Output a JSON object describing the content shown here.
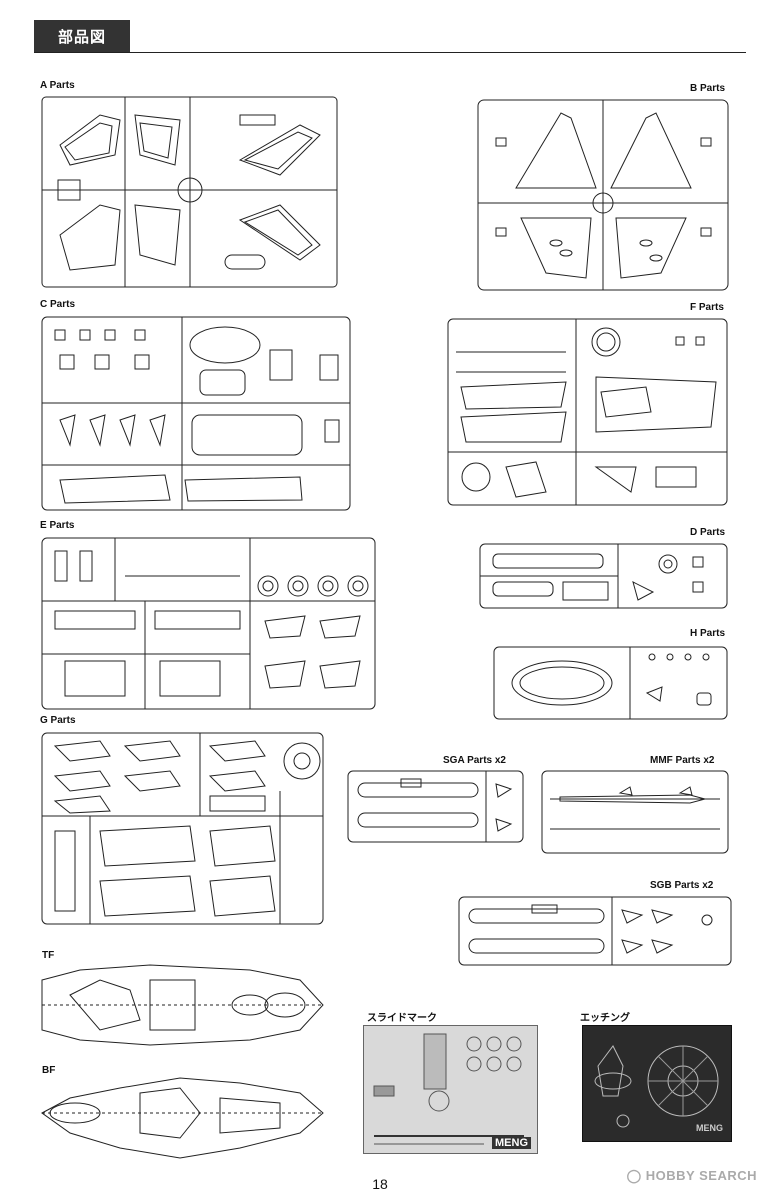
{
  "header": {
    "title": "部品図"
  },
  "sprues": {
    "a": "A Parts",
    "b": "B Parts",
    "c": "C Parts",
    "f": "F Parts",
    "e": "E Parts",
    "d": "D Parts",
    "h": "H Parts",
    "g": "G Parts",
    "sga": "SGA  Parts  x2",
    "mmf": "MMF  Parts  x2",
    "sgb": "SGB  Parts  x2",
    "tf": "TF",
    "bf": "BF"
  },
  "decals": {
    "label": "スライドマーク",
    "brand": "MENG"
  },
  "etching": {
    "label": "エッチング",
    "brand": "MENG"
  },
  "footer": {
    "page": "18",
    "watermark_brand": "HOBBY SEARCH"
  },
  "colors": {
    "header_bg": "#333333",
    "decal_bg": "#d9d9d9",
    "etch_bg": "#2b2b2b"
  }
}
